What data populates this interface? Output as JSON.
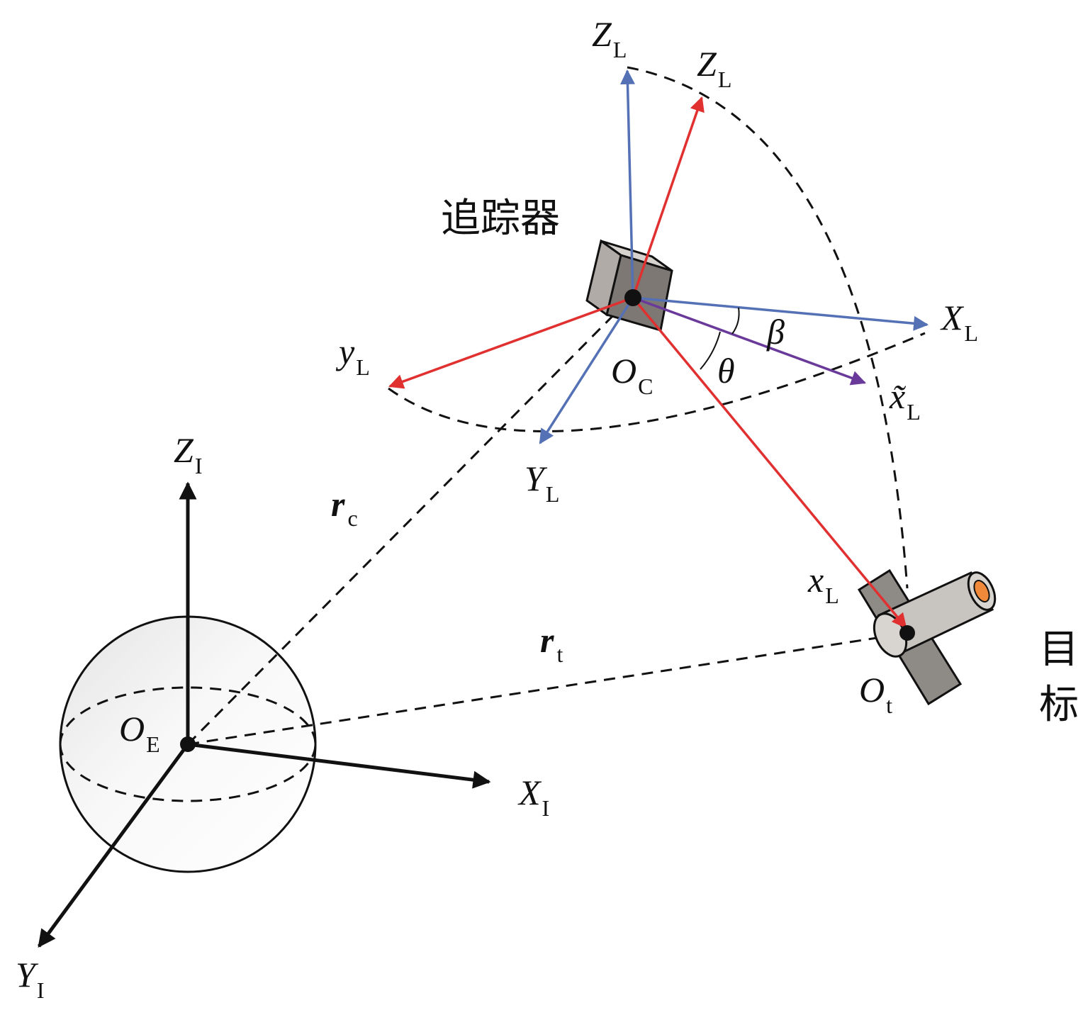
{
  "colors": {
    "black": "#111111",
    "red": "#e03030",
    "blue": "#5571b5",
    "purple": "#6a3a9a",
    "orange": "#f08a3a",
    "gray_body": "#8e8a86",
    "gray_light": "#c8c4c0"
  },
  "labels": {
    "chaser": "追踪器",
    "target_line1": "目",
    "target_line2": "标",
    "ZL_blue": {
      "main": "Z",
      "sub": "L"
    },
    "ZL_red": {
      "main": "Z",
      "sub": "L"
    },
    "XL": {
      "main": "X",
      "sub": "L"
    },
    "xL_tilde": {
      "main": "x̃",
      "sub": "L"
    },
    "yL": {
      "main": "y",
      "sub": "L"
    },
    "YL": {
      "main": "Y",
      "sub": "L"
    },
    "xL": {
      "main": "x",
      "sub": "L"
    },
    "OC": {
      "main": "O",
      "sub": "C"
    },
    "Ot": {
      "main": "O",
      "sub": "t"
    },
    "OE": {
      "main": "O",
      "sub": "E"
    },
    "ZI": {
      "main": "Z",
      "sub": "I"
    },
    "XI": {
      "main": "X",
      "sub": "I"
    },
    "YI": {
      "main": "Y",
      "sub": "I"
    },
    "rc": {
      "main": "r",
      "sub": "c"
    },
    "rt": {
      "main": "r",
      "sub": "t"
    },
    "beta": "β",
    "theta": "θ"
  },
  "icons": {
    "chaser": "cube-spacecraft-icon",
    "target": "satellite-icon",
    "earth": "sphere-icon"
  }
}
